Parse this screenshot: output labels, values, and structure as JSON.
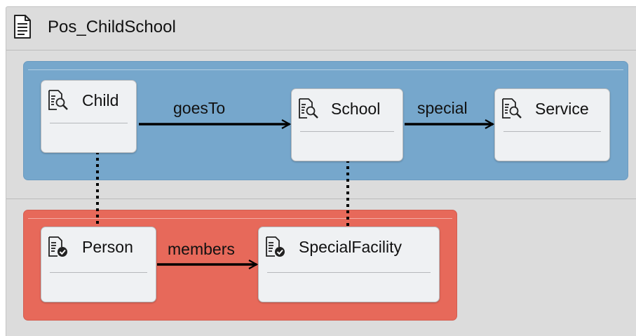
{
  "diagram": {
    "title": "Pos_ChildSchool",
    "title_icon": "document-icon"
  },
  "groups": [
    {
      "id": "blue",
      "color": "#76a7cc"
    },
    {
      "id": "red",
      "color": "#e7695a"
    }
  ],
  "nodes": {
    "child": {
      "label": "Child",
      "icon": "document-search-icon"
    },
    "school": {
      "label": "School",
      "icon": "document-search-icon"
    },
    "service": {
      "label": "Service",
      "icon": "document-search-icon"
    },
    "person": {
      "label": "Person",
      "icon": "document-check-icon"
    },
    "specialfacility": {
      "label": "SpecialFacility",
      "icon": "document-check-icon"
    }
  },
  "edges": {
    "goesto": {
      "label": "goesTo",
      "from": "Child",
      "to": "School",
      "style": "arrow"
    },
    "special": {
      "label": "special",
      "from": "School",
      "to": "Service",
      "style": "arrow"
    },
    "members": {
      "label": "members",
      "from": "Person",
      "to": "SpecialFacility",
      "style": "arrow"
    },
    "child_person": {
      "from": "Child",
      "to": "Person",
      "style": "dotted"
    },
    "school_specialfacility": {
      "from": "School",
      "to": "SpecialFacility",
      "style": "dotted"
    }
  }
}
